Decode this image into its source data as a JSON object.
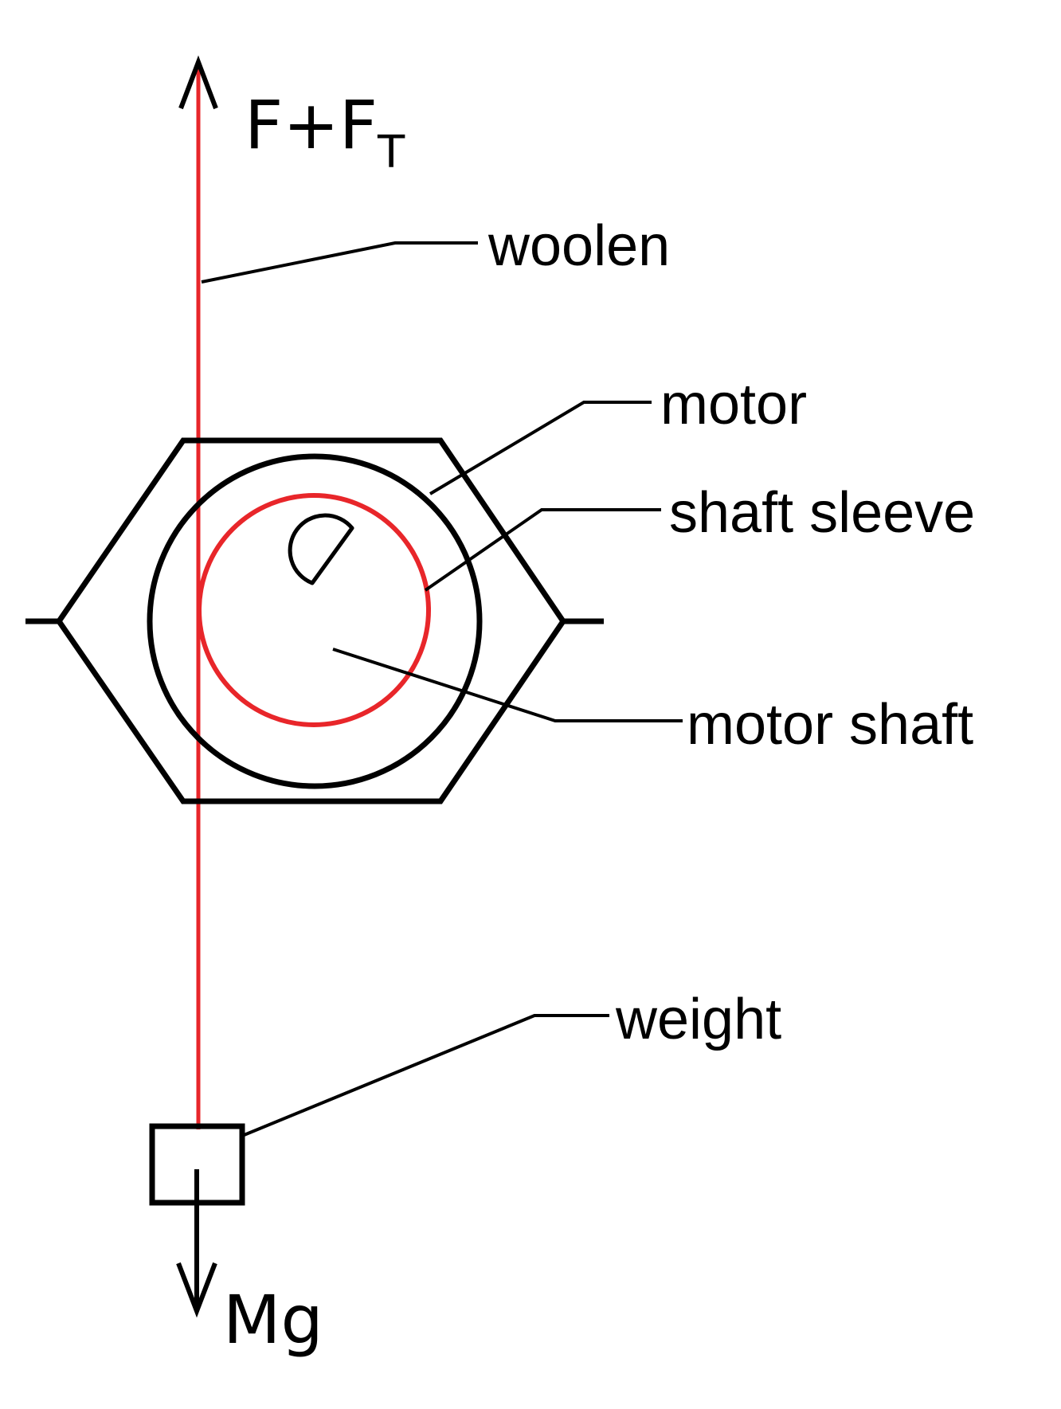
{
  "labels": {
    "top_force_main": "F+F",
    "top_force_subscript": "T",
    "woolen": "woolen",
    "motor": "motor",
    "shaft_sleeve": "shaft sleeve",
    "motor_shaft": "motor shaft",
    "weight": "weight",
    "bottom_force": "Mg"
  },
  "colors": {
    "thread": "#e8262a",
    "sleeve": "#e8262a",
    "outline": "#000000",
    "background": "#ffffff"
  }
}
